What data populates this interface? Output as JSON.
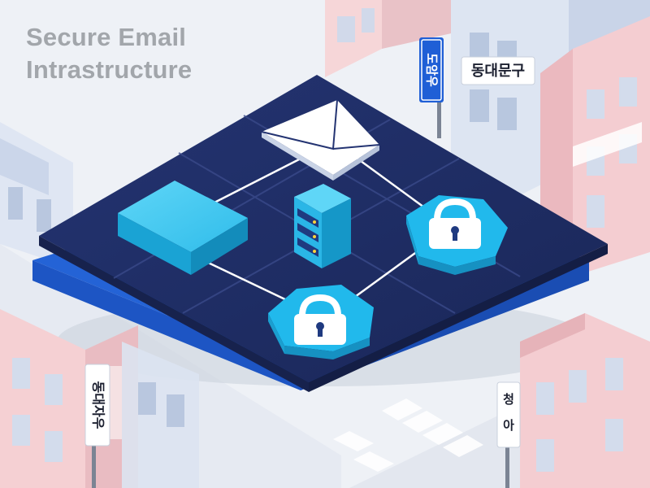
{
  "title": {
    "line1": "Secure Email",
    "line2": "Intrastructure"
  },
  "street_signs": {
    "sign_1": "도암우",
    "sign_2": "동대문구",
    "sign_3": "동대자우",
    "sign_4_top": "청",
    "sign_4_bottom": "아"
  },
  "icons": [
    "envelope-icon",
    "server-icon",
    "padlock-icon",
    "padlock-icon",
    "storage-block-icon"
  ],
  "colors": {
    "platform_top": "#1f2d66",
    "platform_base": "#2463d6",
    "accent_cyan": "#21b9ec",
    "sign_blue": "#1f5fd6",
    "title_gray": "#a2a6ab"
  }
}
